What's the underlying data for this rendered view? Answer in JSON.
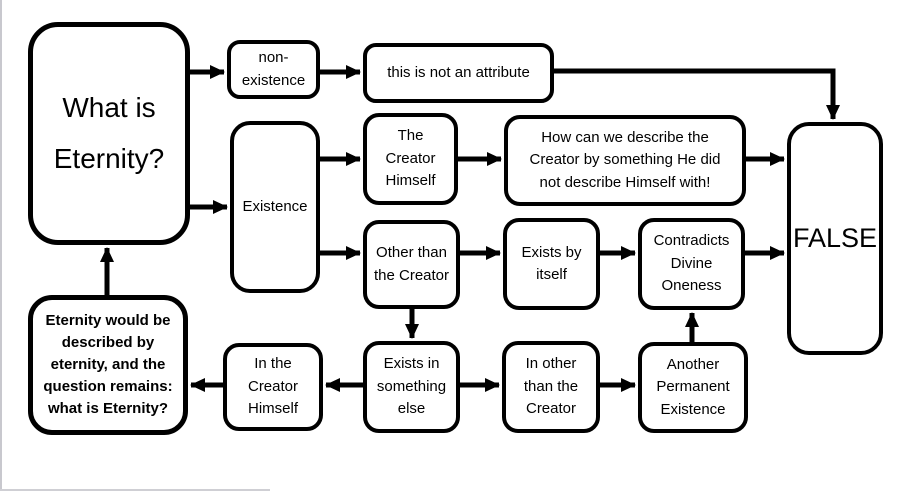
{
  "diagram": {
    "nodes": {
      "question": {
        "label": "What is\nEternity?"
      },
      "non_existence": {
        "label": "non-\nexistence"
      },
      "not_attribute": {
        "label": "this is not an attribute"
      },
      "existence": {
        "label": "Existence"
      },
      "creator_himself": {
        "label": "The\nCreator\nHimself"
      },
      "how_can": {
        "label": "How can we describe the\nCreator by something He did\nnot describe Himself with!"
      },
      "other_than": {
        "label": "Other than\nthe Creator"
      },
      "exists_by_itself": {
        "label": "Exists by\nitself"
      },
      "contradicts": {
        "label": "Contradicts\nDivine\nOneness"
      },
      "false_verdict": {
        "label": "FALSE"
      },
      "eternity_loop": {
        "label": "Eternity would be\ndescribed by\neternity, and the\nquestion remains:\nwhat is Eternity?"
      },
      "in_creator": {
        "label": "In the\nCreator\nHimself"
      },
      "exists_in_else": {
        "label": "Exists in\nsomething\nelse"
      },
      "in_other": {
        "label": "In other\nthan the\nCreator"
      },
      "another_permanent": {
        "label": "Another\nPermanent\nExistence"
      }
    },
    "colors": {
      "line": "#000000",
      "background": "#ffffff",
      "page_edge": "#c8c8ce"
    }
  }
}
